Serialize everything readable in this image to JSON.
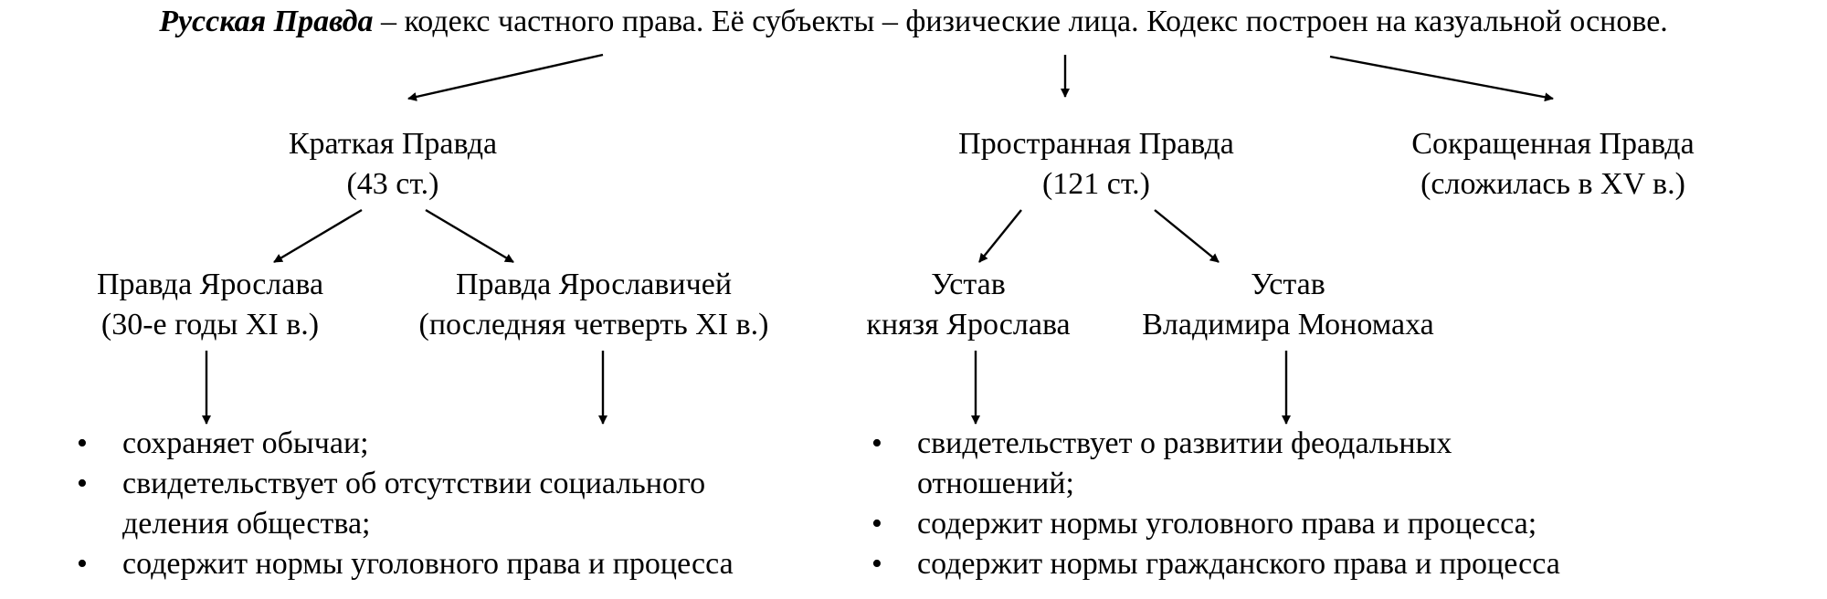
{
  "header": {
    "title_bold": "Русская Правда",
    "title_rest": " – кодекс частного права. Её субъекты – физические лица. Кодекс построен на казуальной основе."
  },
  "nodes": {
    "kratkaya": {
      "line1": "Краткая Правда",
      "line2": "(43 ст.)"
    },
    "prostrannaya": {
      "line1": "Пространная Правда",
      "line2": "(121 ст.)"
    },
    "sokraschennaya": {
      "line1": "Сокращенная Правда",
      "line2": "(сложилась в XV в.)"
    },
    "pravda_yaroslava": {
      "line1": "Правда Ярослава",
      "line2": "(30-е годы XI в.)"
    },
    "pravda_yaroslavichey": {
      "line1": "Правда Ярославичей",
      "line2": "(последняя четверть XI в.)"
    },
    "ustav_yaroslava": {
      "line1": "Устав",
      "line2": "князя Ярослава"
    },
    "ustav_monomakha": {
      "line1": "Устав",
      "line2": "Владимира Мономаха"
    }
  },
  "bullets_left": {
    "marker": "•",
    "items": [
      {
        "line1": "сохраняет обычаи;",
        "line2": ""
      },
      {
        "line1": "свидетельствует об отсутствии социального",
        "line2": "деления общества;"
      },
      {
        "line1": "содержит нормы уголовного права и процесса",
        "line2": ""
      }
    ]
  },
  "bullets_right": {
    "marker": "•",
    "items": [
      {
        "line1": "свидетельствует о развитии феодальных",
        "line2": "отношений;"
      },
      {
        "line1": "содержит нормы уголовного права и процесса;",
        "line2": ""
      },
      {
        "line1": "содержит нормы гражданского права и процесса",
        "line2": ""
      }
    ]
  }
}
